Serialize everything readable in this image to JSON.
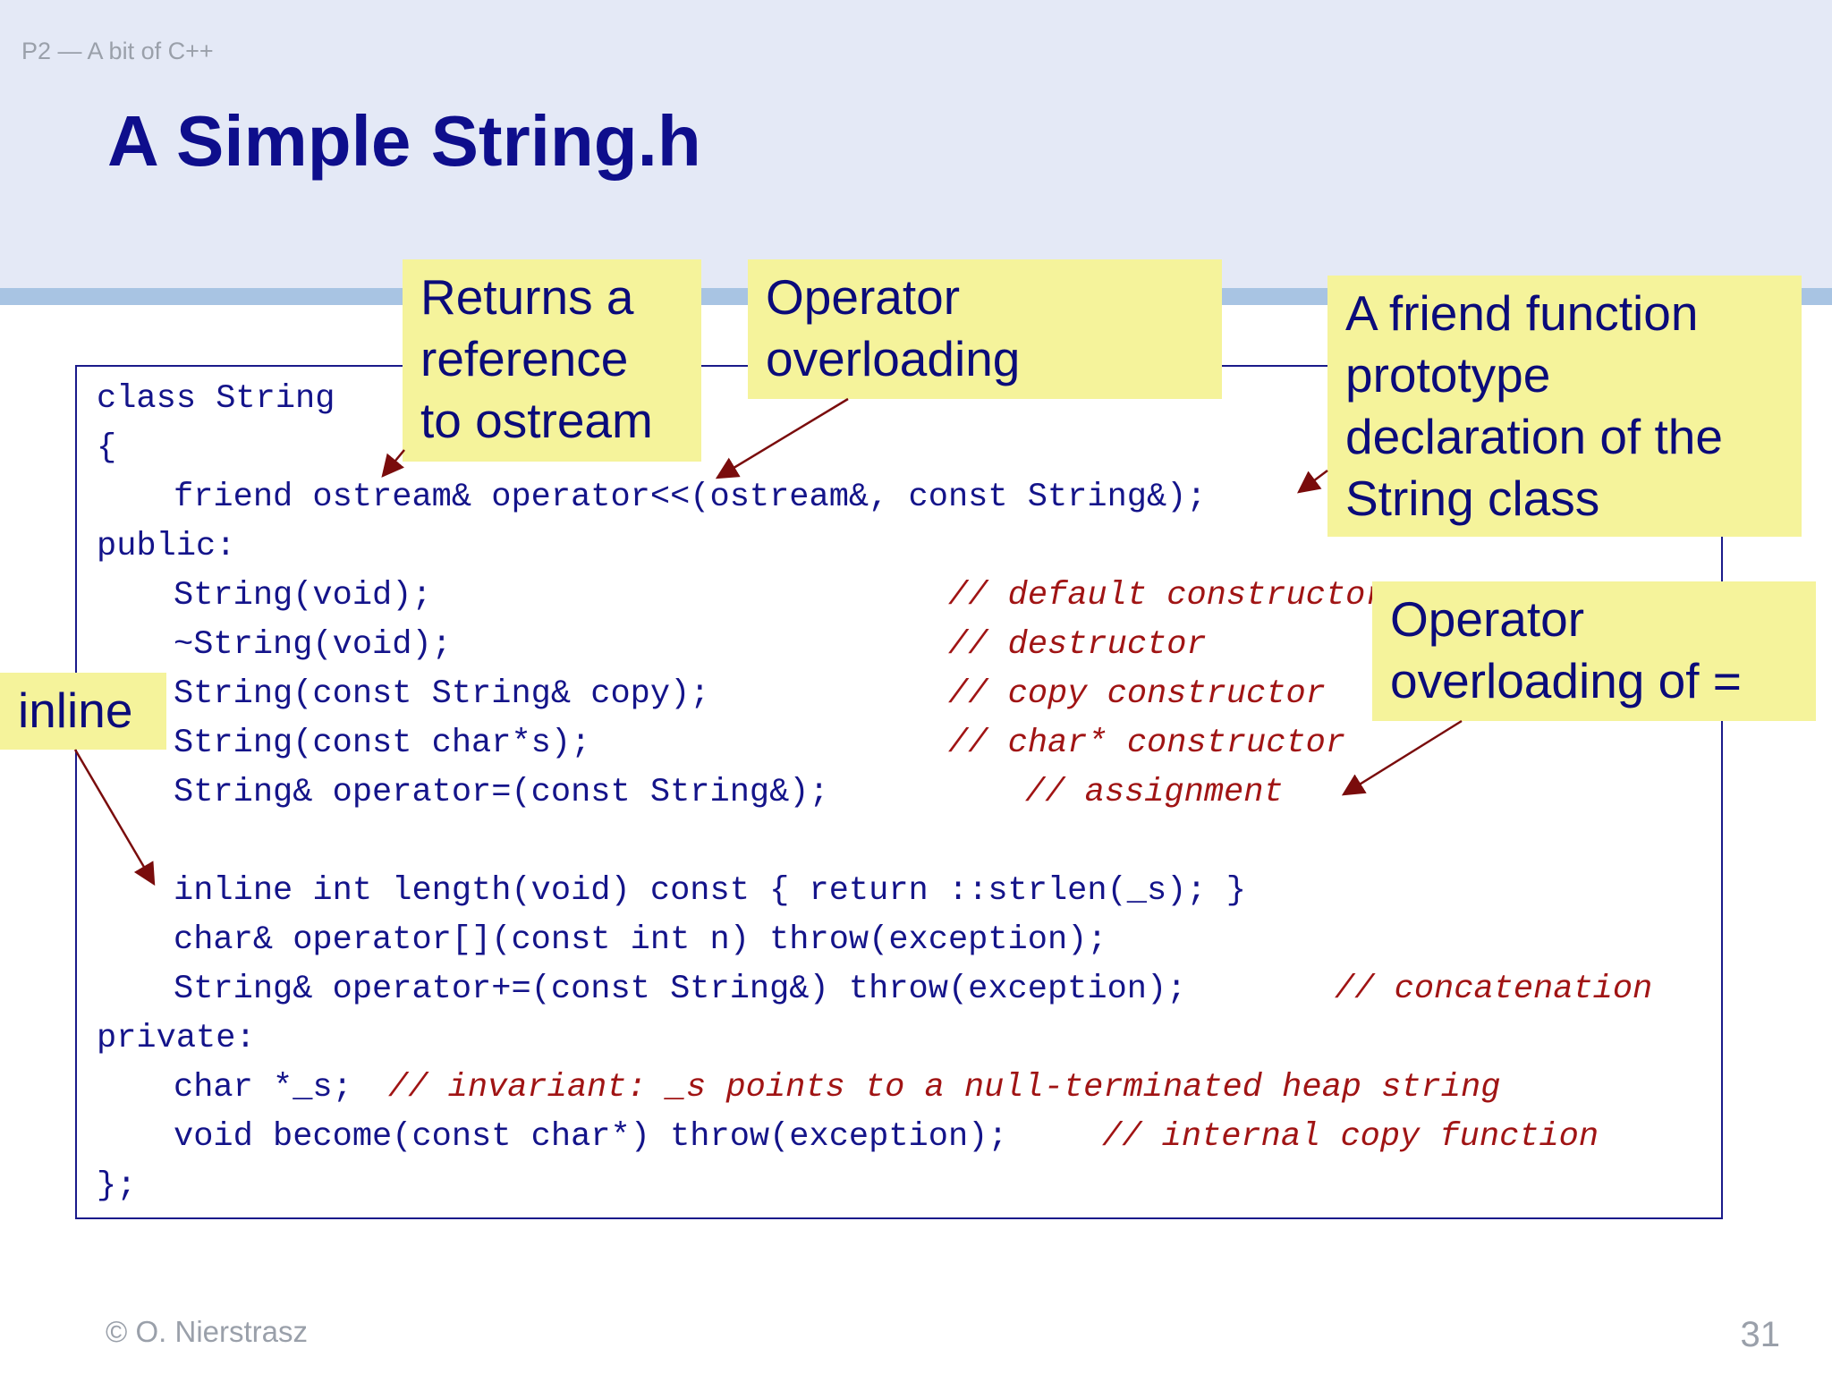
{
  "header": {
    "course_label": "P2 — A bit of C++",
    "title": "A Simple String.h"
  },
  "code": {
    "lines": [
      "class String",
      "{",
      "friend ostream& operator<<(ostream&, const String&);",
      "public:",
      "String(void);",
      "~String(void);",
      "String(const String& copy);",
      "String(const char*s);",
      "String& operator=(const String&);",
      "inline int length(void) const { return ::strlen(_s); }",
      "char& operator[](const int n) throw(exception);",
      "String& operator+=(const String&) throw(exception);",
      "private:",
      "char *_s;",
      "void become(const char*) throw(exception);",
      "};"
    ],
    "comments": [
      "// default constructor",
      "// destructor",
      "// copy constructor",
      "// char* constructor",
      "// assignment",
      "// concatenation",
      "// invariant: _s points to a null-terminated heap string",
      "// internal copy function"
    ]
  },
  "callouts": {
    "returns_ref": "Returns a\nreference\nto ostream",
    "operator_overloading": "Operator\noverloading",
    "friend_function": "A friend function\nprototype\ndeclaration of the\nString class",
    "operator_assign": "Operator\noverloading of =",
    "inline": "inline"
  },
  "colors": {
    "header_background": "#e4e9f6",
    "header_rule": "#a8c4e3",
    "title": "#0e0e8c",
    "code": "#14148a",
    "comment": "#a01414",
    "callout_background": "#f5f39b",
    "arrow": "#7a0c0c"
  },
  "footer": {
    "author": "© O. Nierstrasz",
    "page_number": "31"
  }
}
